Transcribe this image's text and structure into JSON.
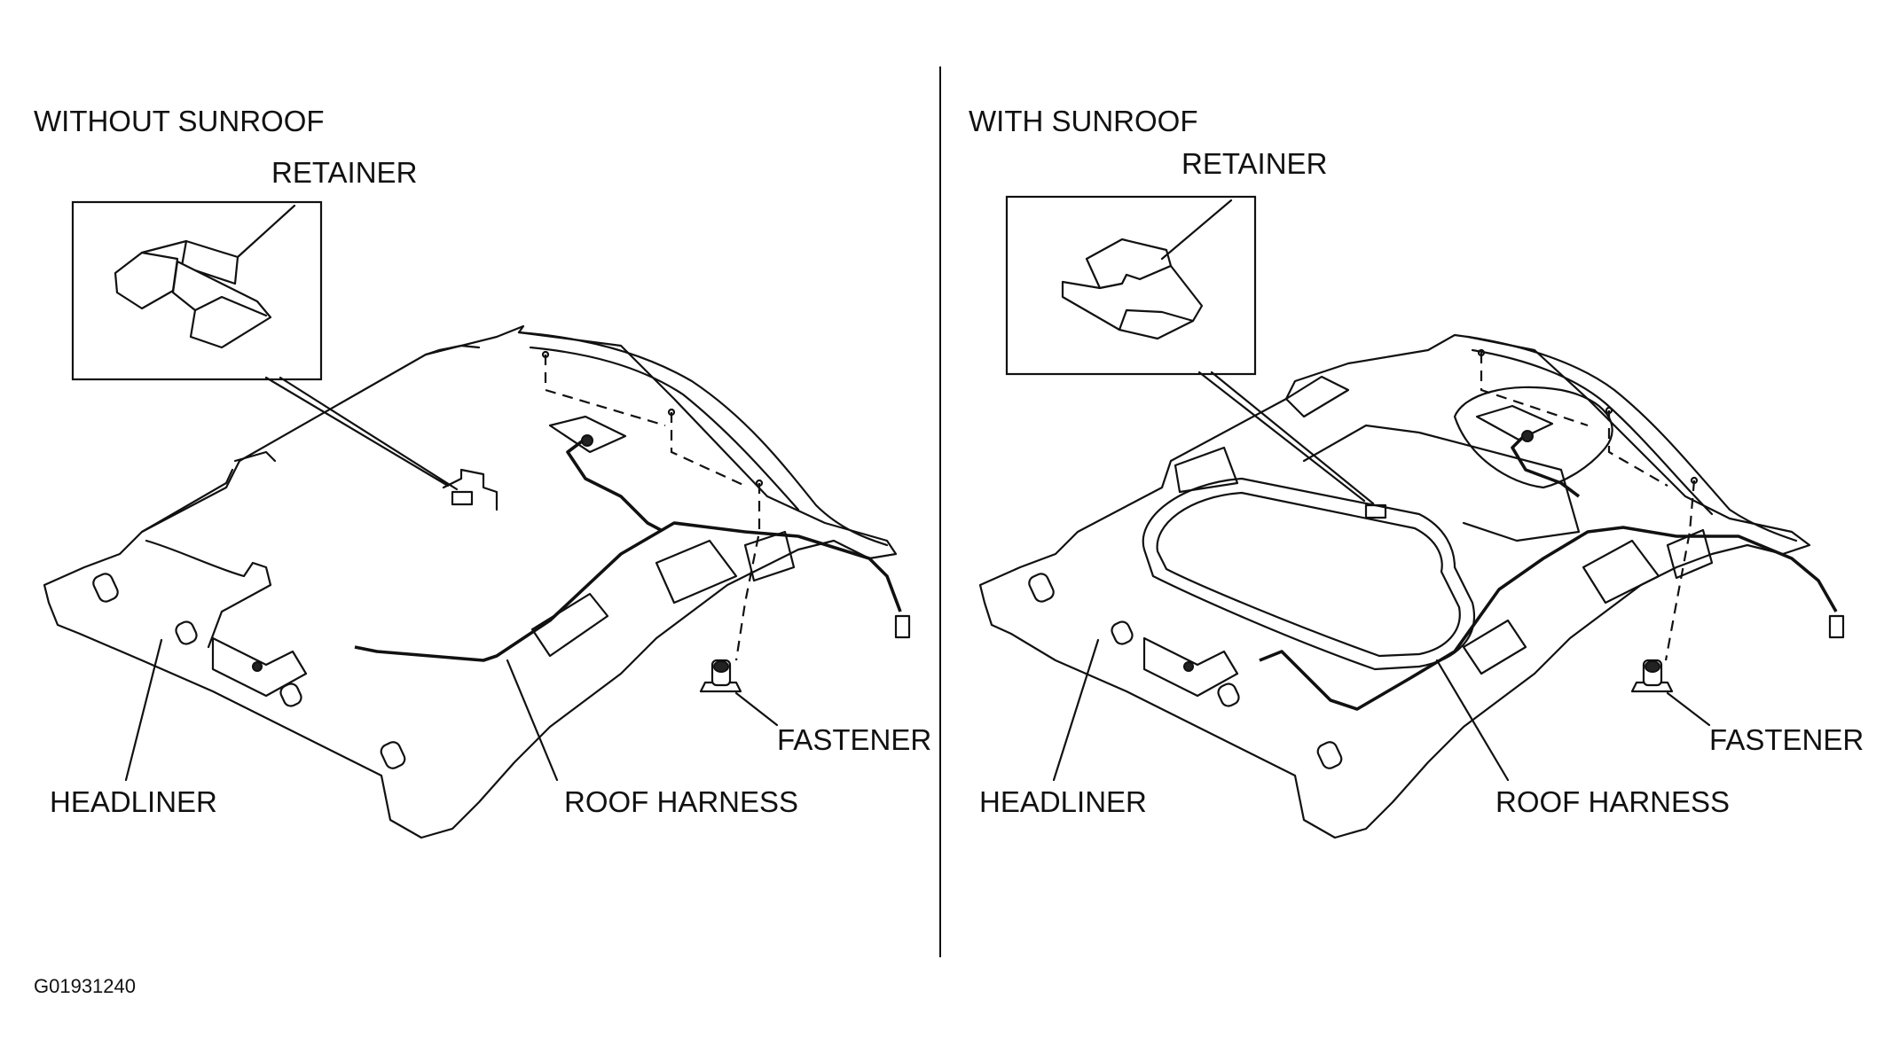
{
  "figure_code": "G01931240",
  "panels": [
    {
      "heading": "WITHOUT SUNROOF",
      "labels": {
        "retainer": "RETAINER",
        "fastener": "FASTENER",
        "headliner": "HEADLINER",
        "roof_harness": "ROOF HARNESS"
      }
    },
    {
      "heading": "WITH SUNROOF",
      "labels": {
        "retainer": "RETAINER",
        "fastener": "FASTENER",
        "headliner": "HEADLINER",
        "roof_harness": "ROOF HARNESS"
      }
    }
  ]
}
